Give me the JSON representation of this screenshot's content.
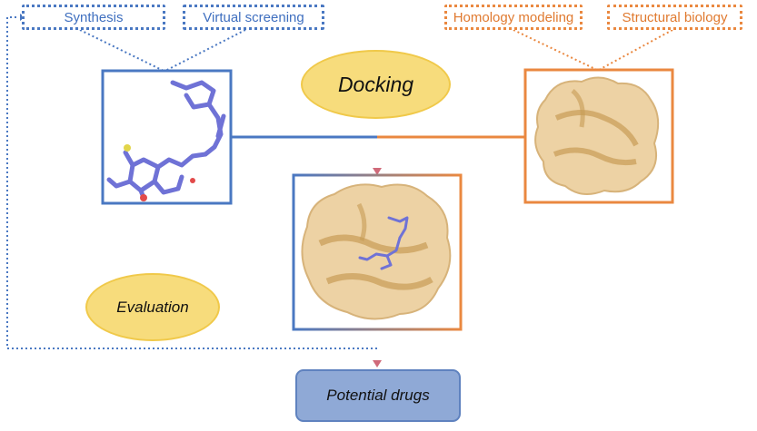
{
  "tags": {
    "synthesis": "Synthesis",
    "virtual_screening": "Virtual screening",
    "homology_modeling": "Homology modeling",
    "structural_biology": "Structural biology"
  },
  "docking_label": "Docking",
  "evaluation_label": "Evaluation",
  "potential_drugs_label": "Potential drugs",
  "colors": {
    "blue": "#4a78c2",
    "orange": "#ea8840",
    "ellipse_fill": "#f7dc7c",
    "drugs_fill": "#8fa9d6",
    "ligand": "#6f72d6",
    "protein": "#e8c48c"
  }
}
